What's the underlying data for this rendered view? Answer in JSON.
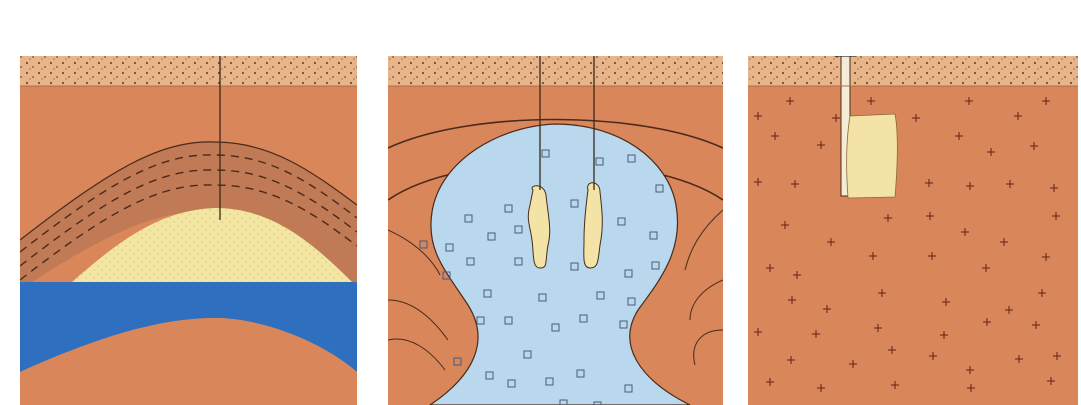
{
  "panels": [
    {
      "id": "anticline-trap",
      "wells": 1
    },
    {
      "id": "salt-dome-trap",
      "wells": 2
    },
    {
      "id": "salt-mine",
      "wells": 1
    }
  ],
  "colors": {
    "soil": "#e8b58a",
    "soil_dots": "#7a4a2a",
    "rock": "#d9865a",
    "rock_dark": "#c9724a",
    "caprock": "#c07a55",
    "sand_reservoir": "#f3e6a2",
    "aquifer": "#2f6fbf",
    "salt": "#b9d8ee",
    "cavern": "#f3e3a6",
    "line": "#4a2a1a"
  },
  "icons": [
    "wellhead-icon",
    "building-icon"
  ]
}
